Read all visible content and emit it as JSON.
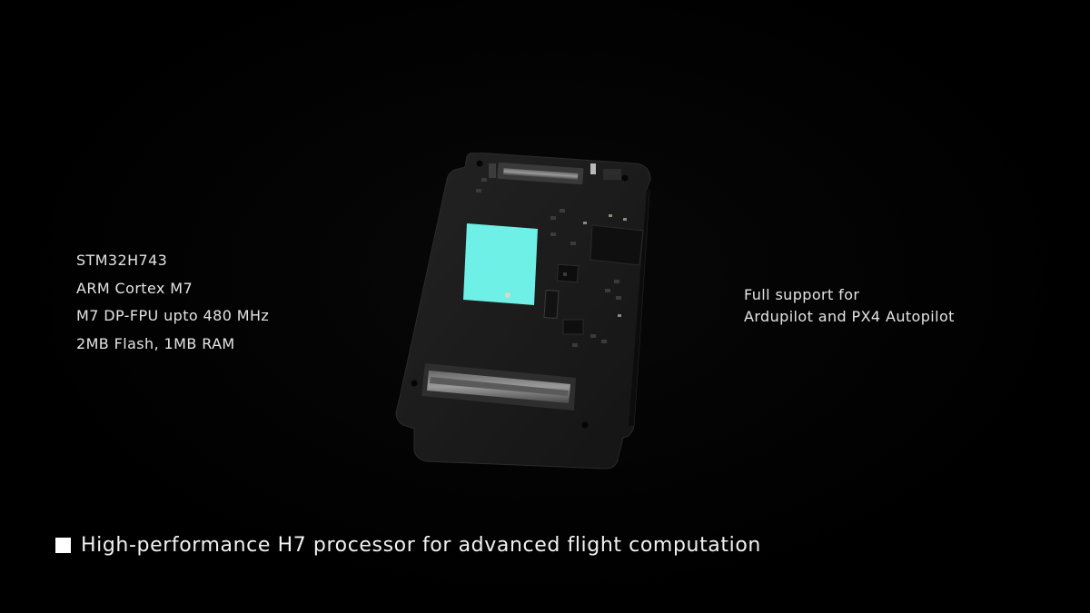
{
  "specs": {
    "items": [
      "STM32H743",
      "ARM Cortex M7",
      "M7 DP-FPU upto 480 MHz",
      "2MB Flash, 1MB RAM"
    ]
  },
  "support": {
    "line1": "Full support for",
    "line2": "Ardupilot and PX4 Autopilot"
  },
  "caption": {
    "text": "High-performance H7 processor for advanced flight computation"
  },
  "colors": {
    "background": "#000000",
    "board": "#1c1c1c",
    "chip_accent": "#6ff0e6",
    "text": "#e4e4e4"
  },
  "icons": {
    "bullet": "square-bullet-icon"
  }
}
